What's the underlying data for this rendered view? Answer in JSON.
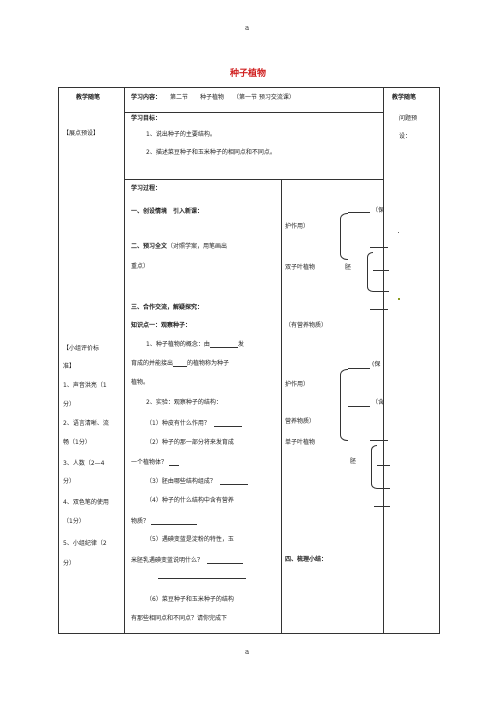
{
  "header_mark": "a",
  "footer_mark": "a",
  "title": "种子植物",
  "left_col": {
    "header": "教学随笔",
    "preview_tag": "【展点预设】",
    "eval_title_1": "【小组评价标",
    "eval_title_2": "准】",
    "criteria": [
      "1、声音洪亮（1",
      "分）",
      "2、语言清晰、流",
      "畅（1分）",
      "3、人数（2—4",
      "分）",
      "4、双色笔的使用",
      "（1分）",
      "5、小组纪律（2",
      "分）"
    ]
  },
  "right_col": {
    "header": "教学随笔",
    "note_1": "问题预",
    "note_2": "设："
  },
  "main": {
    "content_label": "学习内容：",
    "content_value": "第二节　　种子植物　　（第一节 预习交流课）",
    "goals_label": "学习目标：",
    "goals": [
      "1、说出种子的主要结构。",
      "2、描述菜豆种子和玉米种子的相同点和不同点。"
    ],
    "process_label": "学习过程：",
    "section_1": "一、创设情境　引入新课：",
    "section_2a": "二、预习全文",
    "section_2b": "（对照学案，用笔画出",
    "section_2c": "重点）",
    "section_3": "三、合作交流，解疑探究：",
    "kp1": "知识点一：观察种子：",
    "q1a": "1、种子植物的概念：由",
    "q1b": "发",
    "q1c": "育成的并能接出",
    "q1d": "的植物称为种子",
    "q1e": "植物。",
    "q2": "2、实验：观察种子的结构：",
    "q2_1": "（1）种皮有什么作用？",
    "q2_2a": "（2）种子的那一部分将来发育成",
    "q2_2b": "一个植物体？",
    "q2_3": "（3）胚由哪些结构组成？",
    "q2_4a": "（4）种子的什么结构中含有营养",
    "q2_4b": "物质？",
    "q2_5a": "（5）遇碘变蓝是淀粉的特性，玉",
    "q2_5b": "米胚乳遇碘变蓝说明什么？",
    "q2_6a": "（6）菜豆种子和玉米种子的结构",
    "q2_6b": "有那些相同点和不同点？请你完成下"
  },
  "diagram": {
    "bao": "（保",
    "bao_paren": "(保",
    "hu": "护作用）",
    "dicot": "双子叶植物",
    "pei": "胚",
    "store": "（有营养物质）",
    "hu2": "护作用）",
    "han": "（含",
    "yingyang": "营养物质）",
    "monocot": "单子叶植物",
    "pei2": "胚",
    "summary": "四、梳理小结："
  }
}
